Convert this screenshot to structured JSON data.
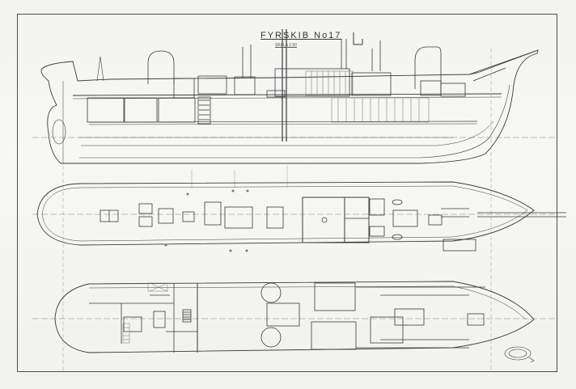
{
  "drawing": {
    "title": "FYRSKIB No17",
    "subtitle": "SKALA 1:50",
    "views": [
      {
        "name": "Longitudinal section (profile)",
        "region": "top"
      },
      {
        "name": "Deck plan",
        "region": "middle"
      },
      {
        "name": "Lower deck / accommodation plan",
        "region": "bottom"
      }
    ],
    "stamp": "seal stamp (lower right)",
    "colors": {
      "paper": "#f3f3f1",
      "ink": "#3a3a3a",
      "hatch": "#7a7a7a"
    }
  }
}
